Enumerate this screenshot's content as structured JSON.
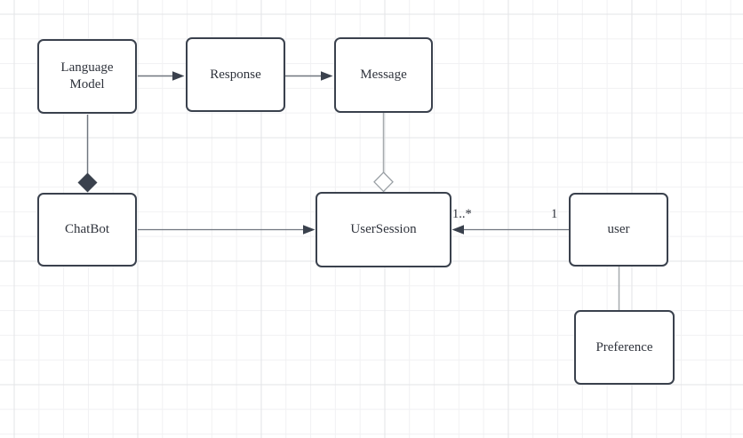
{
  "canvas": {
    "background_color": "#ffffff",
    "grid_minor_color": "#f1f1f3",
    "grid_major_color": "#e3e4e7"
  },
  "colors": {
    "node_border": "#3a414d",
    "node_fill": "#ffffff",
    "node_text": "#2f333c",
    "edge_dark": "#70767f",
    "edge_light": "#a7abae",
    "arrowhead_fill": "#3a414d",
    "composition_diamond_fill": "#3a414d",
    "aggregation_diamond_stroke": "#9aa0a5"
  },
  "nodes": [
    {
      "id": "language-model",
      "label": "Language\nModel"
    },
    {
      "id": "response",
      "label": "Response"
    },
    {
      "id": "message",
      "label": "Message"
    },
    {
      "id": "chatbot",
      "label": "ChatBot"
    },
    {
      "id": "user-session",
      "label": "UserSession"
    },
    {
      "id": "user",
      "label": "user"
    },
    {
      "id": "preference",
      "label": "Preference"
    }
  ],
  "edges": [
    {
      "id": "language-model-to-response",
      "source": "Language Model",
      "target": "Response",
      "type": "directed-arrow"
    },
    {
      "id": "response-to-message",
      "source": "Response",
      "target": "Message",
      "type": "directed-arrow"
    },
    {
      "id": "language-model-to-chatbot",
      "source": "Language Model",
      "target": "ChatBot",
      "type": "composition"
    },
    {
      "id": "message-to-usersession",
      "source": "Message",
      "target": "UserSession",
      "type": "aggregation"
    },
    {
      "id": "chatbot-to-usersession",
      "source": "ChatBot",
      "target": "UserSession",
      "type": "directed-arrow"
    },
    {
      "id": "user-to-usersession",
      "source": "user",
      "target": "UserSession",
      "type": "directed-arrow",
      "source_multiplicity": "1",
      "target_multiplicity": "1..*"
    },
    {
      "id": "user-to-preference",
      "source": "user",
      "target": "Preference",
      "type": "line"
    }
  ]
}
